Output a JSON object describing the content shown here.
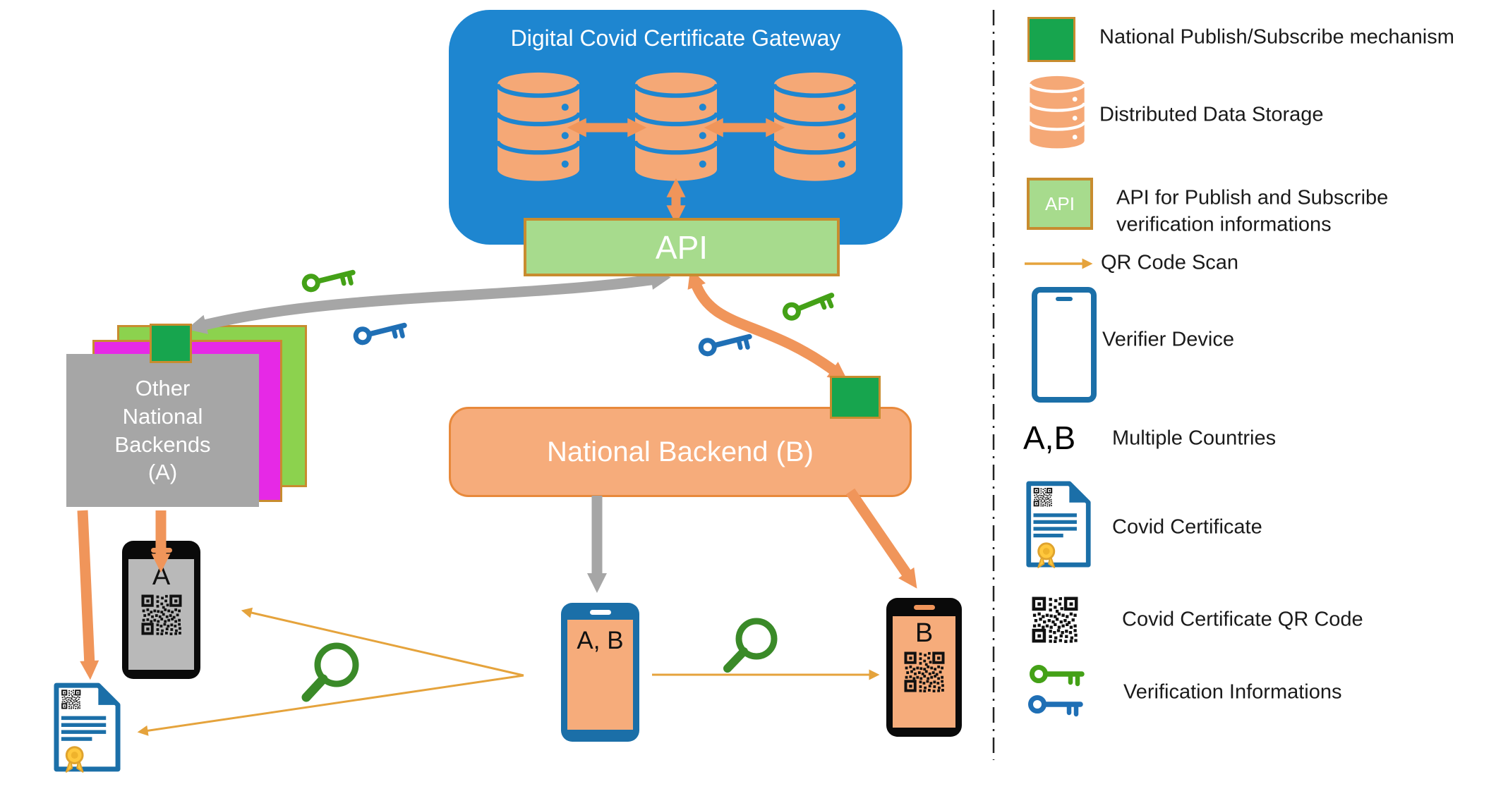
{
  "colors": {
    "gateway_blue": "#1E86D0",
    "storage_orange": "#F5A876",
    "arrow_orange": "#F0955A",
    "arrow_gray": "#A6A6A6",
    "api_green": "#A7DB8D",
    "publish_green": "#17A54E",
    "stack_green": "#8CD24E",
    "stack_magenta": "#E629E6",
    "backend_gray": "#A6A6A6",
    "gold_border": "#C88C2F",
    "scan_yellow": "#E5A33C",
    "key_green": "#44A117",
    "key_blue": "#1F6FB5",
    "device_blue": "#1B6FA8",
    "seal_gold": "#FFC83D"
  },
  "gateway": {
    "title": "Digital Covid Certificate Gateway"
  },
  "api_bar": {
    "label": "API"
  },
  "backends": {
    "other_a": {
      "label": "Other National Backends (A)"
    },
    "b": {
      "label": "National Backend (B)"
    }
  },
  "phones": {
    "a": {
      "label": "A"
    },
    "verifier": {
      "label": "A, B"
    },
    "b": {
      "label": "B"
    }
  },
  "legend": {
    "items": [
      {
        "label": "National Publish/Subscribe mechanism"
      },
      {
        "label": "Distributed Data Storage"
      },
      {
        "label": "API for Publish and Subscribe verification informations",
        "api_text": "API"
      },
      {
        "label": "QR Code Scan"
      },
      {
        "label": "Verifier Device"
      },
      {
        "label": "Multiple Countries",
        "symbol": "A,B"
      },
      {
        "label": "Covid Certificate"
      },
      {
        "label": "Covid Certificate QR Code"
      },
      {
        "label": "Verification Informations"
      }
    ]
  }
}
